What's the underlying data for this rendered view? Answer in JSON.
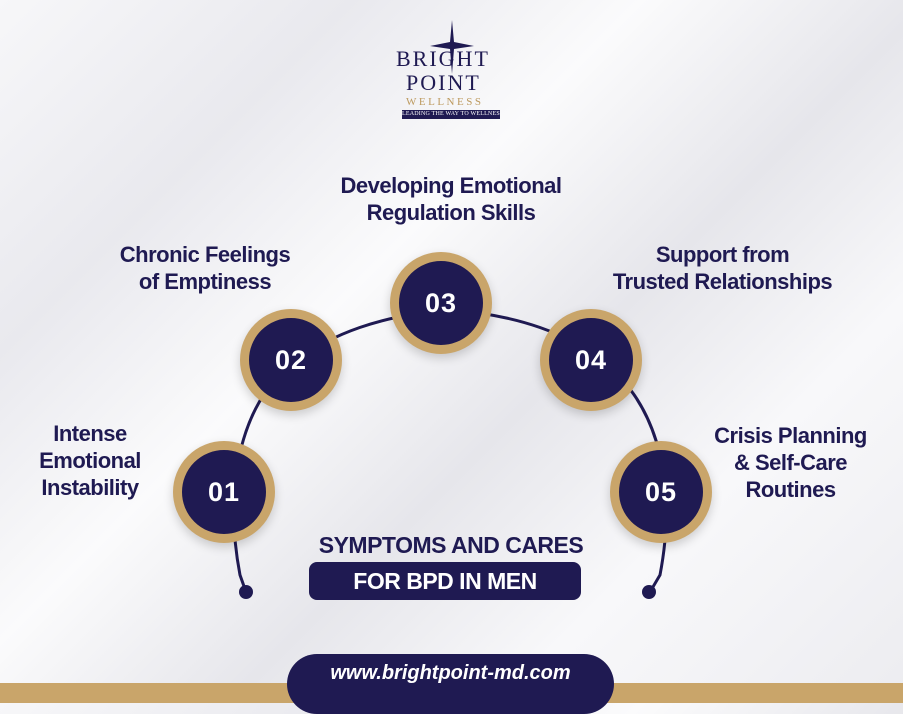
{
  "logo": {
    "line1": "BRIGHT",
    "line2": "POINT",
    "line3": "WELLNESS",
    "tagline": "LEADING THE WAY TO WELLNESS",
    "icon": "star-icon"
  },
  "items": [
    {
      "number": "01",
      "label_line1": "Intense",
      "label_line2": "Emotional",
      "label_line3": "Instability"
    },
    {
      "number": "02",
      "label_line1": "Chronic Feelings",
      "label_line2": "of Emptiness"
    },
    {
      "number": "03",
      "label_line1": "Developing Emotional",
      "label_line2": "Regulation Skills"
    },
    {
      "number": "04",
      "label_line1": "Support from",
      "label_line2": "Trusted Relationships"
    },
    {
      "number": "05",
      "label_line1": "Crisis Planning",
      "label_line2": "& Self-Care",
      "label_line3": "Routines"
    }
  ],
  "title": {
    "line1": "SYMPTOMS AND CARES",
    "line2": "FOR BPD IN MEN"
  },
  "footer": {
    "url": "www.brightpoint-md.com"
  },
  "colors": {
    "navy": "#1f1a52",
    "gold": "#c9a56a"
  }
}
